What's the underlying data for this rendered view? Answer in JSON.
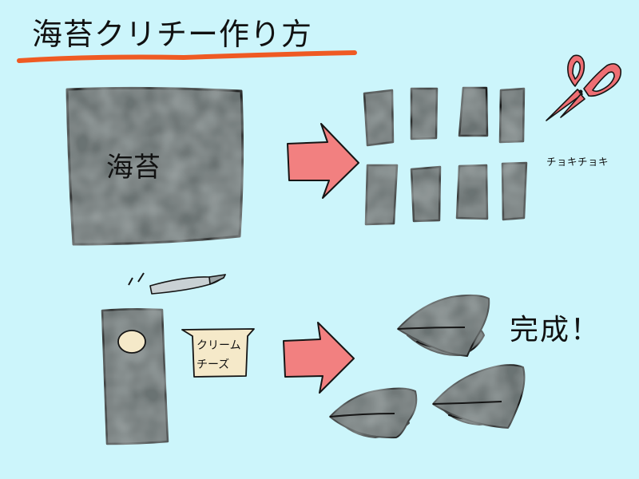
{
  "title": "海苔クリチー作り方",
  "nori_label": "海苔",
  "cutting_sound": "チョキチョキ",
  "cream_cheese_label": [
    "クリーム",
    "チーズ"
  ],
  "complete_label": "完成！",
  "colors": {
    "background": "#ccf5fb",
    "nori": "#6b7373",
    "title_underline": "#ef5a23",
    "arrow": "#f28080",
    "scissors": "#ee6e73",
    "cheese": "#f5e9c9",
    "knife": "#c9d1d4"
  },
  "icons": [
    "scissors-icon",
    "knife-icon",
    "arrow-right-icon"
  ]
}
